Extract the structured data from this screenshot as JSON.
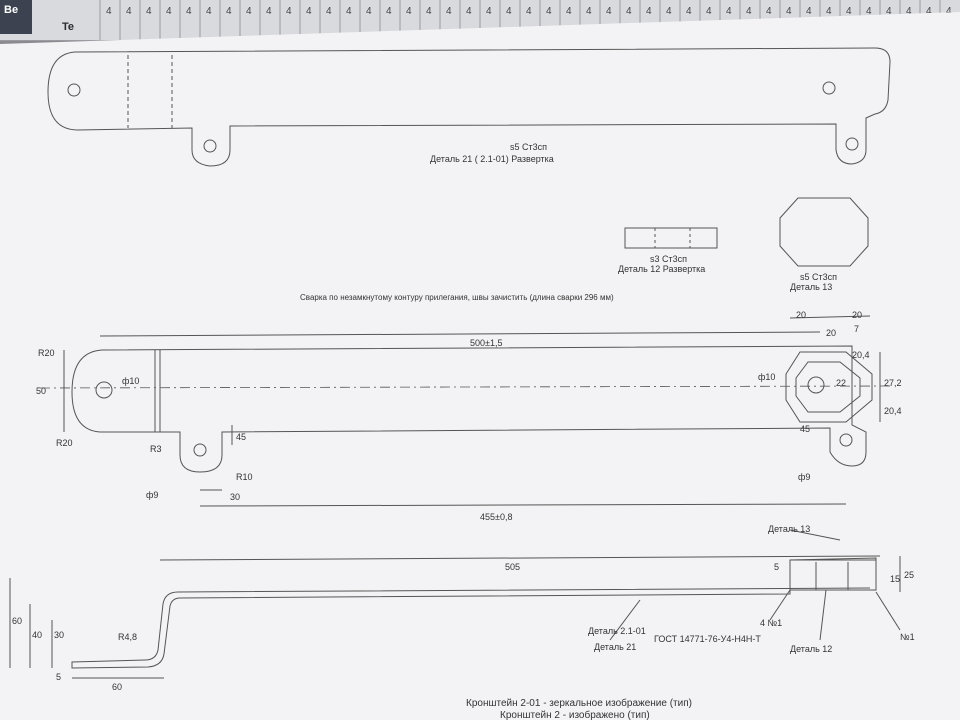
{
  "header": {
    "corner_label": "Be",
    "corner_label2": "Te",
    "grid_glyphs": [
      "4",
      "4",
      "4",
      "4",
      "4",
      "4",
      "4",
      "4",
      "4",
      "4",
      "4",
      "4",
      "4",
      "4",
      "4",
      "4",
      "4",
      "4",
      "4",
      "4",
      "4",
      "4",
      "4",
      "4",
      "4",
      "4",
      "4",
      "4",
      "4",
      "4",
      "4",
      "4",
      "4",
      "4",
      "4",
      "4",
      "4",
      "4",
      "4",
      "4",
      "4",
      "4",
      "4"
    ]
  },
  "drawing": {
    "part21_label": "Деталь 21 ( 2.1-01) Развертка",
    "part21_material": "s5 Ст3сп",
    "part12_label": "Деталь 12 Развертка",
    "part12_material": "s3 Ст3сп",
    "part13_label": "Деталь 13",
    "part13_material": "s5 Ст3сп",
    "weld_note": "Сварка по незамкнутому контуру прилегания, швы зачистить (длина сварки 296 мм)",
    "dims": {
      "d500": "500±1,5",
      "d455": "455±0,8",
      "d505": "505",
      "r20a": "R20",
      "r20b": "R20",
      "d50": "50",
      "phi10a": "ф10",
      "phi10b": "ф10",
      "phi9a": "ф9",
      "phi9b": "ф9",
      "r3": "R3",
      "r10": "R10",
      "d30": "30",
      "d45a": "45",
      "d45b": "45",
      "d20a": "20",
      "d20b": "20",
      "d20c": "20",
      "d272": "27,2",
      "d204a": "20,4",
      "d204b": "20,4",
      "d22": "22",
      "d60a": "60",
      "d60b": "60",
      "d40": "40",
      "d30b": "30",
      "d5a": "5",
      "d5b": "5",
      "d25": "25",
      "d15": "15",
      "r48": "R4,8",
      "h7": "7"
    },
    "callouts": {
      "part13": "Деталь 13",
      "part21": "Деталь 21",
      "part21_01": "Деталь 2.1-01",
      "gost": "ГОСТ 14771-76-У4-Н4Н-Т",
      "weld1": "4 №1",
      "part12": "Деталь 12",
      "n1": "№1"
    },
    "title_line1": "Кронштейн 2-01 - зеркальное изображение (тип)",
    "title_line2": "Кронштейн 2 - изображено (тип)"
  }
}
